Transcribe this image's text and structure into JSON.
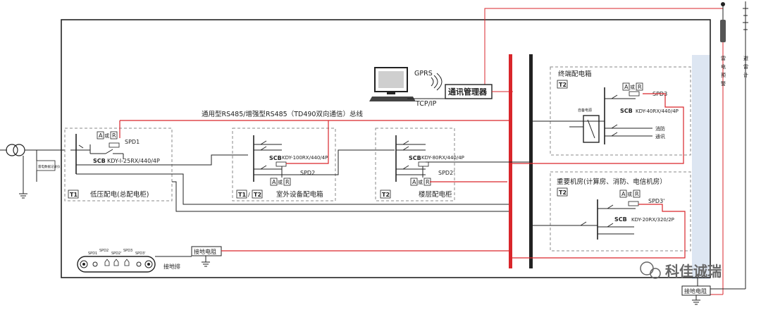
{
  "bus_label": "通用型RS485/增强型RS485（TD490双向通信）总线",
  "gprs": "GPRS",
  "tcpip": "TCP/IP",
  "comm_manager": "通讯管理器",
  "lightning_warning": "雷电预警",
  "lightning_counter": "避雷计",
  "meter_label": "雷电数据记录仪",
  "cabinets": {
    "low_voltage": {
      "tag": "T1",
      "name": "低压配电(总配电柜)",
      "spd": "SPD1",
      "scb": "SCB",
      "model": "KDY-Ⅰ-25RX/440/4P"
    },
    "outdoor": {
      "tag1": "T1",
      "sep": "/",
      "tag2": "T2",
      "name": "室外设备配电箱",
      "spd": "SPD2",
      "scb": "SCB",
      "model": "KDY-100RX/440/4P"
    },
    "floor": {
      "tag": "T2",
      "name": "楼层配电柜",
      "spd": "SPD2'",
      "scb": "SCB",
      "model": "KDY-80RX/440/4P"
    },
    "terminal": {
      "title": "终端配电箱",
      "tag": "T2",
      "spd": "SPD3",
      "scb": "SCB",
      "model": "KDY-40RX/440/4P",
      "auto_power": "自备电源",
      "fire": "消防",
      "comm": "通讯"
    },
    "important": {
      "title": "重要机房(计算房、消防、电信机房）",
      "tag": "T2",
      "spd": "SPD3'",
      "scb": "SCB",
      "model": "KDY-20RX/320/2P"
    }
  },
  "ar_box": {
    "a": "A",
    "or": "或",
    "r": "R"
  },
  "ground_bar": {
    "label": "接地排",
    "spds": [
      "SPD1",
      "SPD2",
      "SPD2'",
      "SPD3",
      "SPD3'"
    ]
  },
  "ground_resistor": "接地电阻",
  "ground_resistor_right": "接地电阻",
  "watermark": "科佳诚瑞",
  "colors": {
    "bus": "#d9262b",
    "line": "#222222",
    "dash": "#888888",
    "strip": "#dde6f2"
  }
}
